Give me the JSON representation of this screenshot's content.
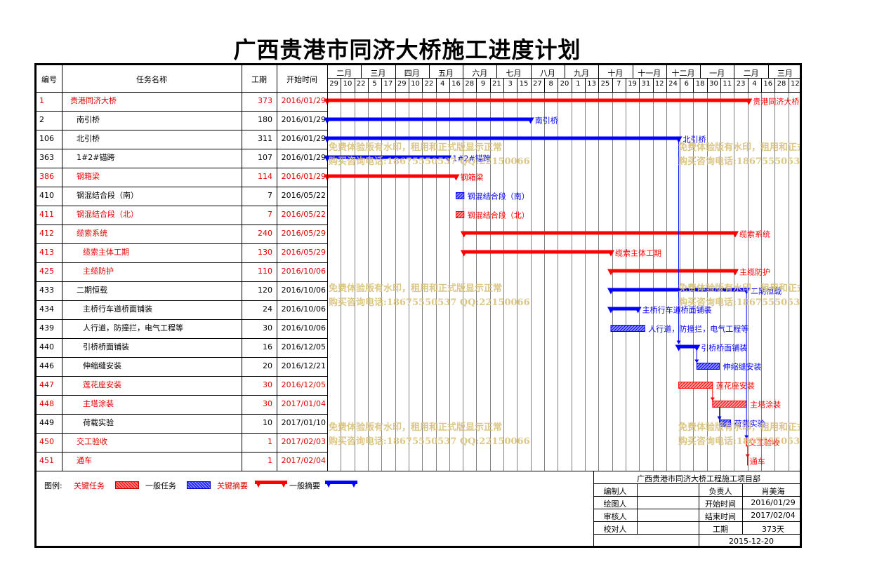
{
  "title": "广西贵港市同济大桥施工进度计划",
  "columns": {
    "id": "编号",
    "name": "任务名称",
    "duration": "工期",
    "start": "开始时间"
  },
  "months": [
    "二月",
    "三月",
    "四月",
    "五月",
    "六月",
    "七月",
    "八月",
    "九月",
    "十月",
    "十一月",
    "十二月",
    "一月",
    "二月",
    "三月"
  ],
  "days": [
    "29",
    "10",
    "22",
    "5",
    "17",
    "29",
    "10",
    "22",
    "4",
    "16",
    "28",
    "9",
    "21",
    "3",
    "15",
    "27",
    "8",
    "20",
    "1",
    "13",
    "25",
    "7",
    "19",
    "31",
    "12",
    "24",
    "6",
    "18",
    "30",
    "11",
    "23",
    "4",
    "16",
    "28",
    "12"
  ],
  "tasks": [
    {
      "id": "1",
      "name": "贵港同济大桥",
      "duration": "373",
      "start": "2016/01/29",
      "critical": true,
      "type": "summary",
      "level": 0,
      "from": 0,
      "dur": 373,
      "label": "贵港同济大桥"
    },
    {
      "id": "2",
      "name": "南引桥",
      "duration": "180",
      "start": "2016/01/29",
      "critical": false,
      "type": "summary",
      "level": 1,
      "from": 0,
      "dur": 180,
      "label": "南引桥"
    },
    {
      "id": "106",
      "name": "北引桥",
      "duration": "311",
      "start": "2016/01/29",
      "critical": false,
      "type": "summary",
      "level": 1,
      "from": 0,
      "dur": 311,
      "label": "北引桥"
    },
    {
      "id": "363",
      "name": "1#2#锚跨",
      "duration": "107",
      "start": "2016/01/29",
      "critical": false,
      "type": "summary",
      "level": 1,
      "from": 0,
      "dur": 107,
      "label": "1#2#锚跨"
    },
    {
      "id": "386",
      "name": "钢箱梁",
      "duration": "114",
      "start": "2016/01/29",
      "critical": true,
      "type": "summary",
      "level": 1,
      "from": 0,
      "dur": 114,
      "label": "钢箱梁"
    },
    {
      "id": "410",
      "name": "钢混结合段（南）",
      "duration": "7",
      "start": "2016/05/22",
      "critical": false,
      "type": "task",
      "level": 1,
      "from": 114,
      "dur": 7,
      "label": "钢混结合段（南）"
    },
    {
      "id": "411",
      "name": "钢混结合段（北）",
      "duration": "7",
      "start": "2016/05/22",
      "critical": true,
      "type": "task",
      "level": 1,
      "from": 114,
      "dur": 7,
      "label": "钢混结合段（北）"
    },
    {
      "id": "412",
      "name": "缆索系统",
      "duration": "240",
      "start": "2016/05/29",
      "critical": true,
      "type": "summary",
      "level": 1,
      "from": 121,
      "dur": 240,
      "label": "缆索系统"
    },
    {
      "id": "413",
      "name": "缆索主体工期",
      "duration": "130",
      "start": "2016/05/29",
      "critical": true,
      "type": "summary",
      "level": 2,
      "from": 121,
      "dur": 130,
      "label": "缆索主体工期"
    },
    {
      "id": "425",
      "name": "主缆防护",
      "duration": "110",
      "start": "2016/10/06",
      "critical": true,
      "type": "summary",
      "level": 2,
      "from": 251,
      "dur": 110,
      "label": "主缆防护"
    },
    {
      "id": "433",
      "name": "二期恒载",
      "duration": "120",
      "start": "2016/10/06",
      "critical": false,
      "type": "summary",
      "level": 1,
      "from": 251,
      "dur": 120,
      "label": "二期恒载"
    },
    {
      "id": "434",
      "name": "主桥行车道桥面铺装",
      "duration": "24",
      "start": "2016/10/06",
      "critical": false,
      "type": "summary",
      "level": 2,
      "from": 251,
      "dur": 24,
      "label": "主桥行车道桥面铺装"
    },
    {
      "id": "439",
      "name": "人行道，防撞拦，电气工程等",
      "duration": "30",
      "start": "2016/10/06",
      "critical": false,
      "type": "task",
      "level": 2,
      "from": 251,
      "dur": 30,
      "label": "人行道，防撞拦，电气工程等"
    },
    {
      "id": "440",
      "name": "引桥桥面铺装",
      "duration": "16",
      "start": "2016/12/05",
      "critical": false,
      "type": "summary",
      "level": 2,
      "from": 311,
      "dur": 16,
      "label": "引桥桥面铺装"
    },
    {
      "id": "446",
      "name": "伸缩缝安装",
      "duration": "20",
      "start": "2016/12/21",
      "critical": false,
      "type": "task",
      "level": 2,
      "from": 327,
      "dur": 20,
      "label": "伸缩缝安装"
    },
    {
      "id": "447",
      "name": "莲花座安装",
      "duration": "30",
      "start": "2016/12/05",
      "critical": true,
      "type": "task",
      "level": 2,
      "from": 311,
      "dur": 30,
      "label": "莲花座安装"
    },
    {
      "id": "448",
      "name": "主塔涂装",
      "duration": "30",
      "start": "2017/01/04",
      "critical": true,
      "type": "task",
      "level": 2,
      "from": 341,
      "dur": 30,
      "label": "主塔涂装"
    },
    {
      "id": "449",
      "name": "荷载实验",
      "duration": "10",
      "start": "2017/01/10",
      "critical": false,
      "type": "task",
      "level": 2,
      "from": 347,
      "dur": 10,
      "label": "荷载实验"
    },
    {
      "id": "450",
      "name": "交工验收",
      "duration": "1",
      "start": "2017/02/03",
      "critical": true,
      "type": "milestone",
      "level": 1,
      "from": 371,
      "dur": 1,
      "label": "交工验收"
    },
    {
      "id": "451",
      "name": "通车",
      "duration": "1",
      "start": "2017/02/04",
      "critical": true,
      "type": "milestone",
      "level": 1,
      "from": 372,
      "dur": 1,
      "label": "通车"
    }
  ],
  "chart_data": {
    "type": "gantt",
    "title": "广西贵港市同济大桥施工进度计划",
    "x_unit": "days since 2016/01/29",
    "x_range": [
      0,
      420
    ],
    "colors": {
      "critical": "#ff0000",
      "normal": "#0000ff"
    }
  },
  "legend": {
    "label": "图例:",
    "items": [
      {
        "text": "关键任务",
        "kind": "task",
        "critical": true
      },
      {
        "text": "一般任务",
        "kind": "task",
        "critical": false
      },
      {
        "text": "关键摘要",
        "kind": "summary",
        "critical": true
      },
      {
        "text": "一般摘要",
        "kind": "summary",
        "critical": false
      }
    ]
  },
  "info": {
    "org": "广西贵港市同济大桥工程施工项目部",
    "rows": [
      {
        "a": "编制人",
        "b": "",
        "c": "负责人",
        "d": "肖美海"
      },
      {
        "a": "绘图人",
        "b": "",
        "c": "开始时间",
        "d": "2016/01/29"
      },
      {
        "a": "审核人",
        "b": "",
        "c": "结束时间",
        "d": "2017/02/04"
      },
      {
        "a": "校对人",
        "b": "",
        "c": "工期",
        "d": "373天"
      }
    ],
    "date": "2015-12-20"
  },
  "watermark": {
    "line1": "免费体验版有水印，租用和正式版显示正常",
    "line2": "购买咨询电话:18675550537 QQ:22150066"
  }
}
